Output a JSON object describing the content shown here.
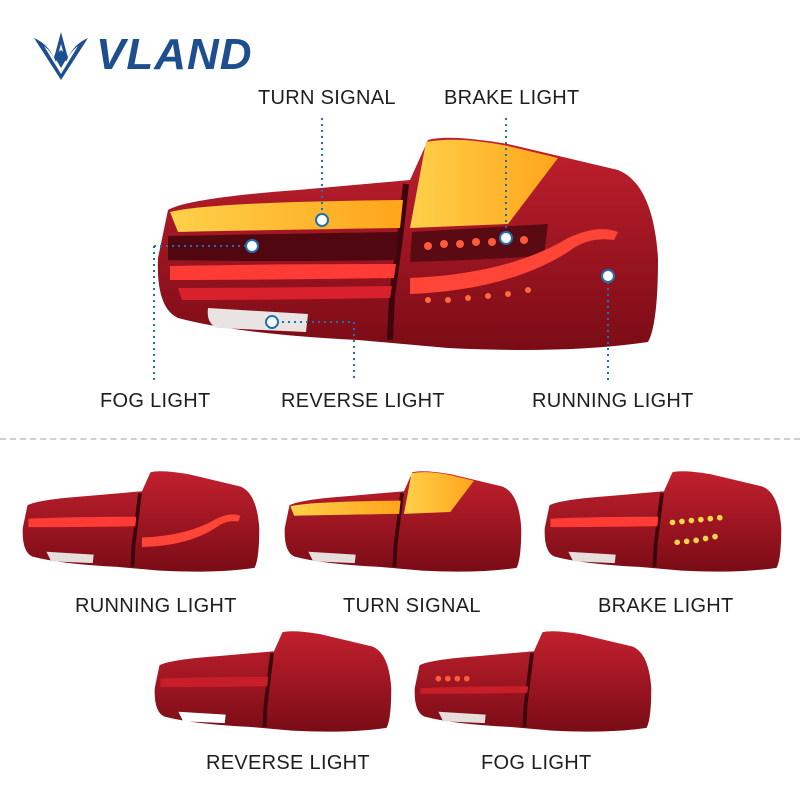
{
  "brand": {
    "name": "VLAND",
    "logo_icon": "vland-wings-logo-icon",
    "color": "#1d4f8f"
  },
  "main_callouts": {
    "turn_signal": "TURN SIGNAL",
    "brake_light": "BRAKE LIGHT",
    "fog_light": "FOG LIGHT",
    "reverse_light": "REVERSE LIGHT",
    "running_light": "RUNNING LIGHT"
  },
  "variants": [
    {
      "label": "RUNNING LIGHT",
      "mode": "running"
    },
    {
      "label": "TURN SIGNAL",
      "mode": "turn"
    },
    {
      "label": "BRAKE LIGHT",
      "mode": "brake"
    },
    {
      "label": "REVERSE LIGHT",
      "mode": "reverse"
    },
    {
      "label": "FOG LIGHT",
      "mode": "fog"
    }
  ],
  "colors": {
    "lamp_red": "#9c0f1c",
    "lamp_dark": "#4a0a12",
    "amber": "#ffb51e",
    "led_red": "#ff4a3a",
    "callout_blue": "#1f6fb3"
  }
}
